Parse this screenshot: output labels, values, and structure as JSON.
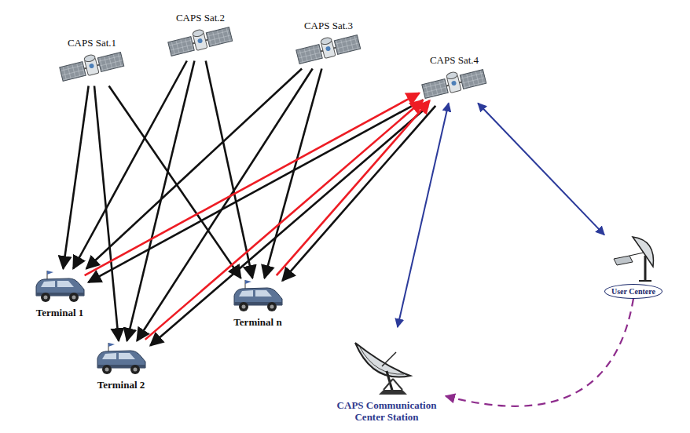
{
  "diagram": {
    "nodes": [
      {
        "text": [
          "CAPS Sat.1"
        ]
      },
      {
        "text": [
          "CAPS Sat.2"
        ]
      },
      {
        "text": [
          "CAPS Sat.3"
        ]
      },
      {
        "text": [
          "CAPS Sat.4"
        ]
      },
      {
        "text": [
          "Terminal 1"
        ]
      },
      {
        "text": [
          "Terminal 2"
        ]
      },
      {
        "text": [
          "Terminal n"
        ]
      },
      {
        "text": [
          "CAPS Communication Center Station"
        ]
      },
      {
        "text": [
          "User Centere"
        ]
      }
    ],
    "edges": [
      {
        "from": 0,
        "to": 4,
        "arrow": "to"
      },
      {
        "from": 0,
        "to": 5,
        "arrow": "to"
      },
      {
        "from": 0,
        "to": 6,
        "arrow": "to"
      },
      {
        "from": 1,
        "to": 4,
        "arrow": "to"
      },
      {
        "from": 1,
        "to": 5,
        "arrow": "to"
      },
      {
        "from": 1,
        "to": 6,
        "arrow": "to"
      },
      {
        "from": 2,
        "to": 4,
        "arrow": "to"
      },
      {
        "from": 2,
        "to": 5,
        "arrow": "to"
      },
      {
        "from": 2,
        "to": 6,
        "arrow": "to"
      },
      {
        "from": 3,
        "to": 4,
        "arrow": "to"
      },
      {
        "from": 3,
        "to": 5,
        "arrow": "to"
      },
      {
        "from": 3,
        "to": 6,
        "arrow": "to"
      },
      {
        "from": 4,
        "to": 3,
        "arrow": "to"
      },
      {
        "from": 5,
        "to": 3,
        "arrow": "to"
      },
      {
        "from": 6,
        "to": 3,
        "arrow": "to"
      },
      {
        "from": 3,
        "to": 7,
        "arrow": "both"
      },
      {
        "from": 3,
        "to": 8,
        "arrow": "both"
      },
      {
        "from": 8,
        "to": 7,
        "arrow": "to"
      }
    ]
  }
}
